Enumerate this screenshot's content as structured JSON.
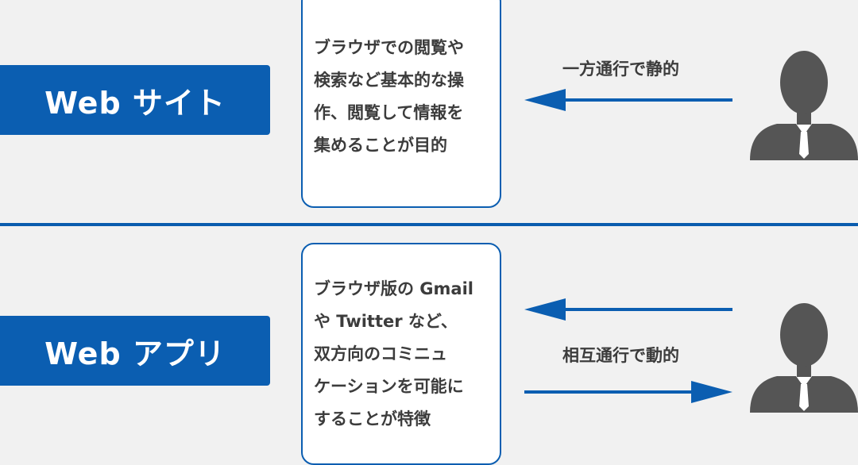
{
  "colors": {
    "background": "#f1f1f1",
    "accent": "#0b5eb1",
    "text": "#3c3c3c",
    "person": "#555555"
  },
  "sections": [
    {
      "label": "Web サイト",
      "description": [
        "ブラウザでの閲覧や",
        "検索など基本的な操",
        "作、閲覧して情報を",
        "集めることが目的"
      ],
      "caption": "一方通行で静的",
      "arrows": [
        "left"
      ],
      "icon": "person-icon"
    },
    {
      "label": "Web アプリ",
      "description": [
        "ブラウザ版の Gmail",
        "や Twitter など、",
        "双方向のコミニュ",
        "ケーションを可能に",
        "することが特徴"
      ],
      "caption": "相互通行で動的",
      "arrows": [
        "left",
        "right"
      ],
      "icon": "person-icon"
    }
  ]
}
